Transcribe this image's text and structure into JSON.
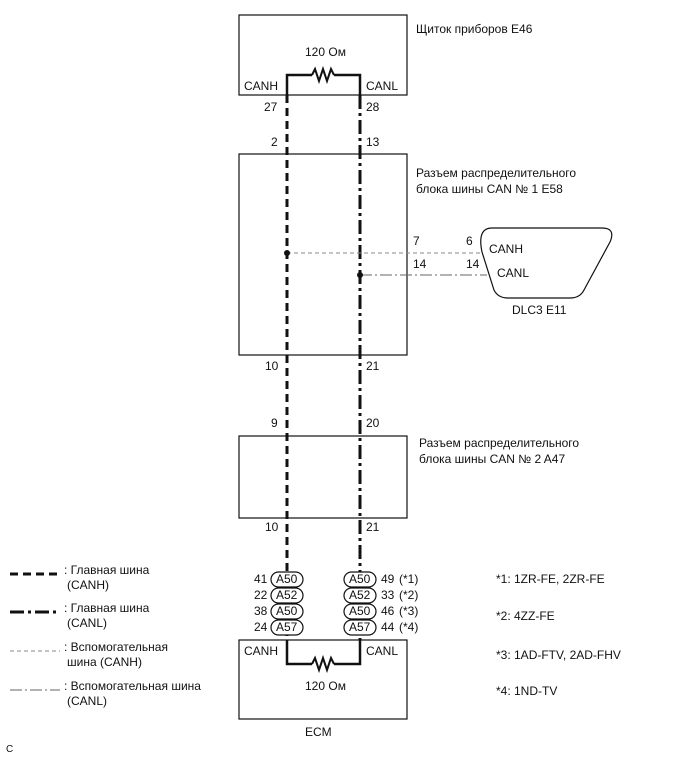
{
  "meter": {
    "title": "Щиток приборов E46",
    "resistor": "120 Ом",
    "canh": "CANH",
    "canl": "CANL",
    "pin_h": "27",
    "pin_l": "28"
  },
  "junction1": {
    "title_line1": "Разъем распределительного",
    "title_line2": "блока шины CAN № 1 E58",
    "pin_top_h": "2",
    "pin_top_l": "13",
    "pin_bot_h": "10",
    "pin_bot_l": "21",
    "pin_side_h": "7",
    "pin_side_l": "14"
  },
  "dlc": {
    "label": "DLC3 E11",
    "canh": "CANH",
    "canl": "CANL",
    "pin_h": "6",
    "pin_l": "14"
  },
  "junction2": {
    "title_line1": "Разъем распределительного",
    "title_line2": "блока шины CAN № 2 A47",
    "pin_top_h": "9",
    "pin_top_l": "20",
    "pin_bot_h": "10",
    "pin_bot_l": "21"
  },
  "ecm": {
    "label": "ECM",
    "resistor": "120 Ом",
    "canh": "CANH",
    "canl": "CANL",
    "connectors": [
      {
        "pin_h": "41",
        "conn_h": "A50",
        "conn_l": "A50",
        "pin_l": "49",
        "note": "(*1)"
      },
      {
        "pin_h": "22",
        "conn_h": "A52",
        "conn_l": "A52",
        "pin_l": "33",
        "note": "(*2)"
      },
      {
        "pin_h": "38",
        "conn_h": "A50",
        "conn_l": "A50",
        "pin_l": "46",
        "note": "(*3)"
      },
      {
        "pin_h": "24",
        "conn_h": "A57",
        "conn_l": "A57",
        "pin_l": "44",
        "note": "(*4)"
      }
    ]
  },
  "legend": [
    {
      "line1": ": Главная шина",
      "line2": "(CANH)"
    },
    {
      "line1": ": Главная шина",
      "line2": "(CANL)"
    },
    {
      "line1": ": Вспомогательная",
      "line2": "шина (CANH)"
    },
    {
      "line1": ": Вспомогательная шина",
      "line2": "(CANL)"
    }
  ],
  "notes": [
    "*1: 1ZR-FE, 2ZR-FE",
    "*2: 4ZZ-FE",
    "*3: 1AD-FTV, 2AD-FHV",
    "*4: 1ND-TV"
  ],
  "corner_mark": "C"
}
